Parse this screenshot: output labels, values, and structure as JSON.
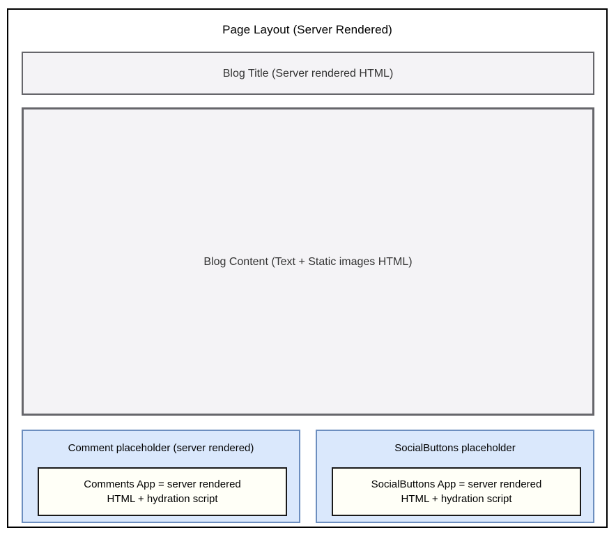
{
  "diagram": {
    "type": "nested-block-diagram",
    "background_color": "#ffffff",
    "outer": {
      "title": "Page Layout (Server Rendered)",
      "border_color": "#000000",
      "fill_color": "#ffffff"
    },
    "blog_title": {
      "label": "Blog Title (Server rendered HTML)",
      "border_color": "#66666b",
      "fill_color": "#f4f3f6"
    },
    "blog_content": {
      "label": "Blog Content (Text + Static images HTML)",
      "border_color": "#66666b",
      "fill_color": "#f4f3f6"
    },
    "placeholders": [
      {
        "heading": "Comment placeholder (server rendered)",
        "border_color": "#6c8ebf",
        "fill_color": "#dae8fc",
        "inner": {
          "line1": "Comments App = server rendered",
          "line2": "HTML + hydration script",
          "border_color": "#1a1a1a",
          "fill_color": "#fffff7"
        }
      },
      {
        "heading": "SocialButtons placeholder",
        "border_color": "#6c8ebf",
        "fill_color": "#dae8fc",
        "inner": {
          "line1": "SocialButtons App = server rendered",
          "line2": "HTML + hydration script",
          "border_color": "#1a1a1a",
          "fill_color": "#fffff7"
        }
      }
    ]
  }
}
